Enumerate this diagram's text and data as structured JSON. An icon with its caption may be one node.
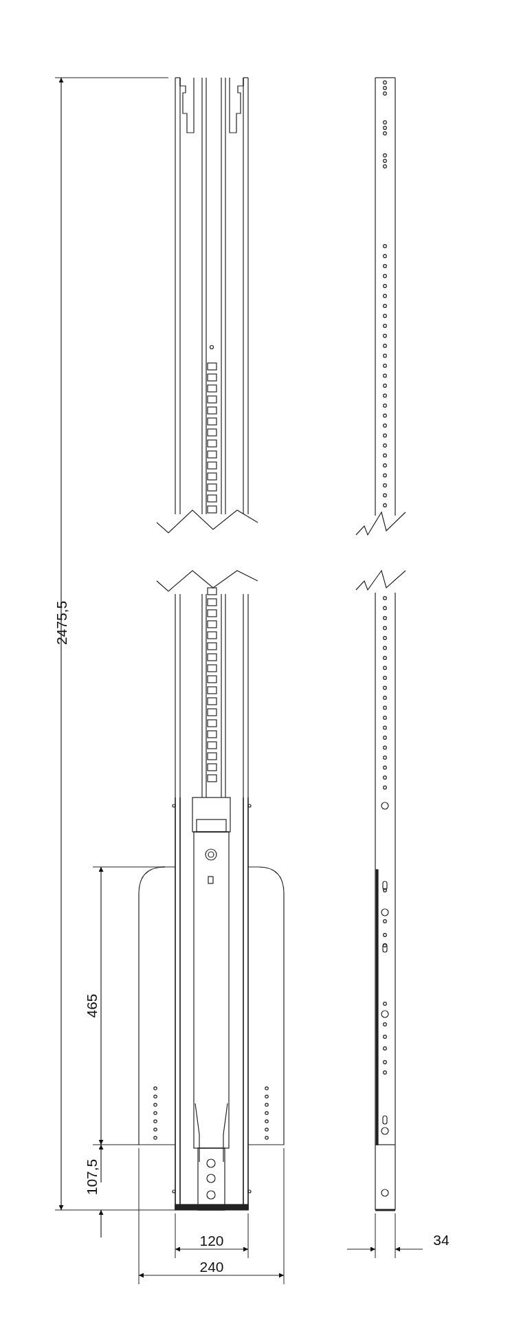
{
  "diagram": {
    "labels": [
      "2475,5",
      "465",
      "107,5",
      "120",
      "240",
      "34"
    ]
  }
}
